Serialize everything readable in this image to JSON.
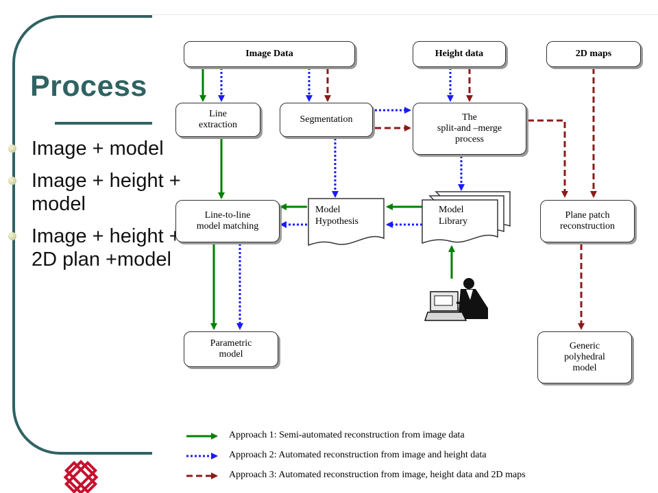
{
  "slide": {
    "title": "Process",
    "bullets": [
      "Image + model",
      "Image + height + model",
      "Image + height + 2D plan +model"
    ]
  },
  "colors": {
    "frame": "#2f6263",
    "approach1": "#008000",
    "approach2": "#1a1aff",
    "approach3": "#8b1a1a"
  },
  "diagram": {
    "nodes": {
      "image_data": "Image Data",
      "height_data": "Height data",
      "maps_2d": "2D maps",
      "line_extraction": "Line\nextraction",
      "segmentation": "Segmentation",
      "split_merge": "The\nsplit-and –merge\nprocess",
      "line_matching": "Line-to-line\nmodel matching",
      "model_hypothesis": "Model\nHypothesis",
      "model_library": "Model\nLibrary",
      "plane_patch": "Plane patch\nreconstruction",
      "parametric_model": "Parametric\nmodel",
      "generic_model": "Generic\npolyhedral\nmodel"
    },
    "legend": [
      "Approach 1: Semi-automated reconstruction from image data",
      "Approach 2: Automated reconstruction from image and height data",
      "Approach 3: Automated reconstruction from image, height data and 2D maps"
    ]
  },
  "icons": {
    "operator": "person-at-computer-icon",
    "logo": "university-logo-icon"
  }
}
